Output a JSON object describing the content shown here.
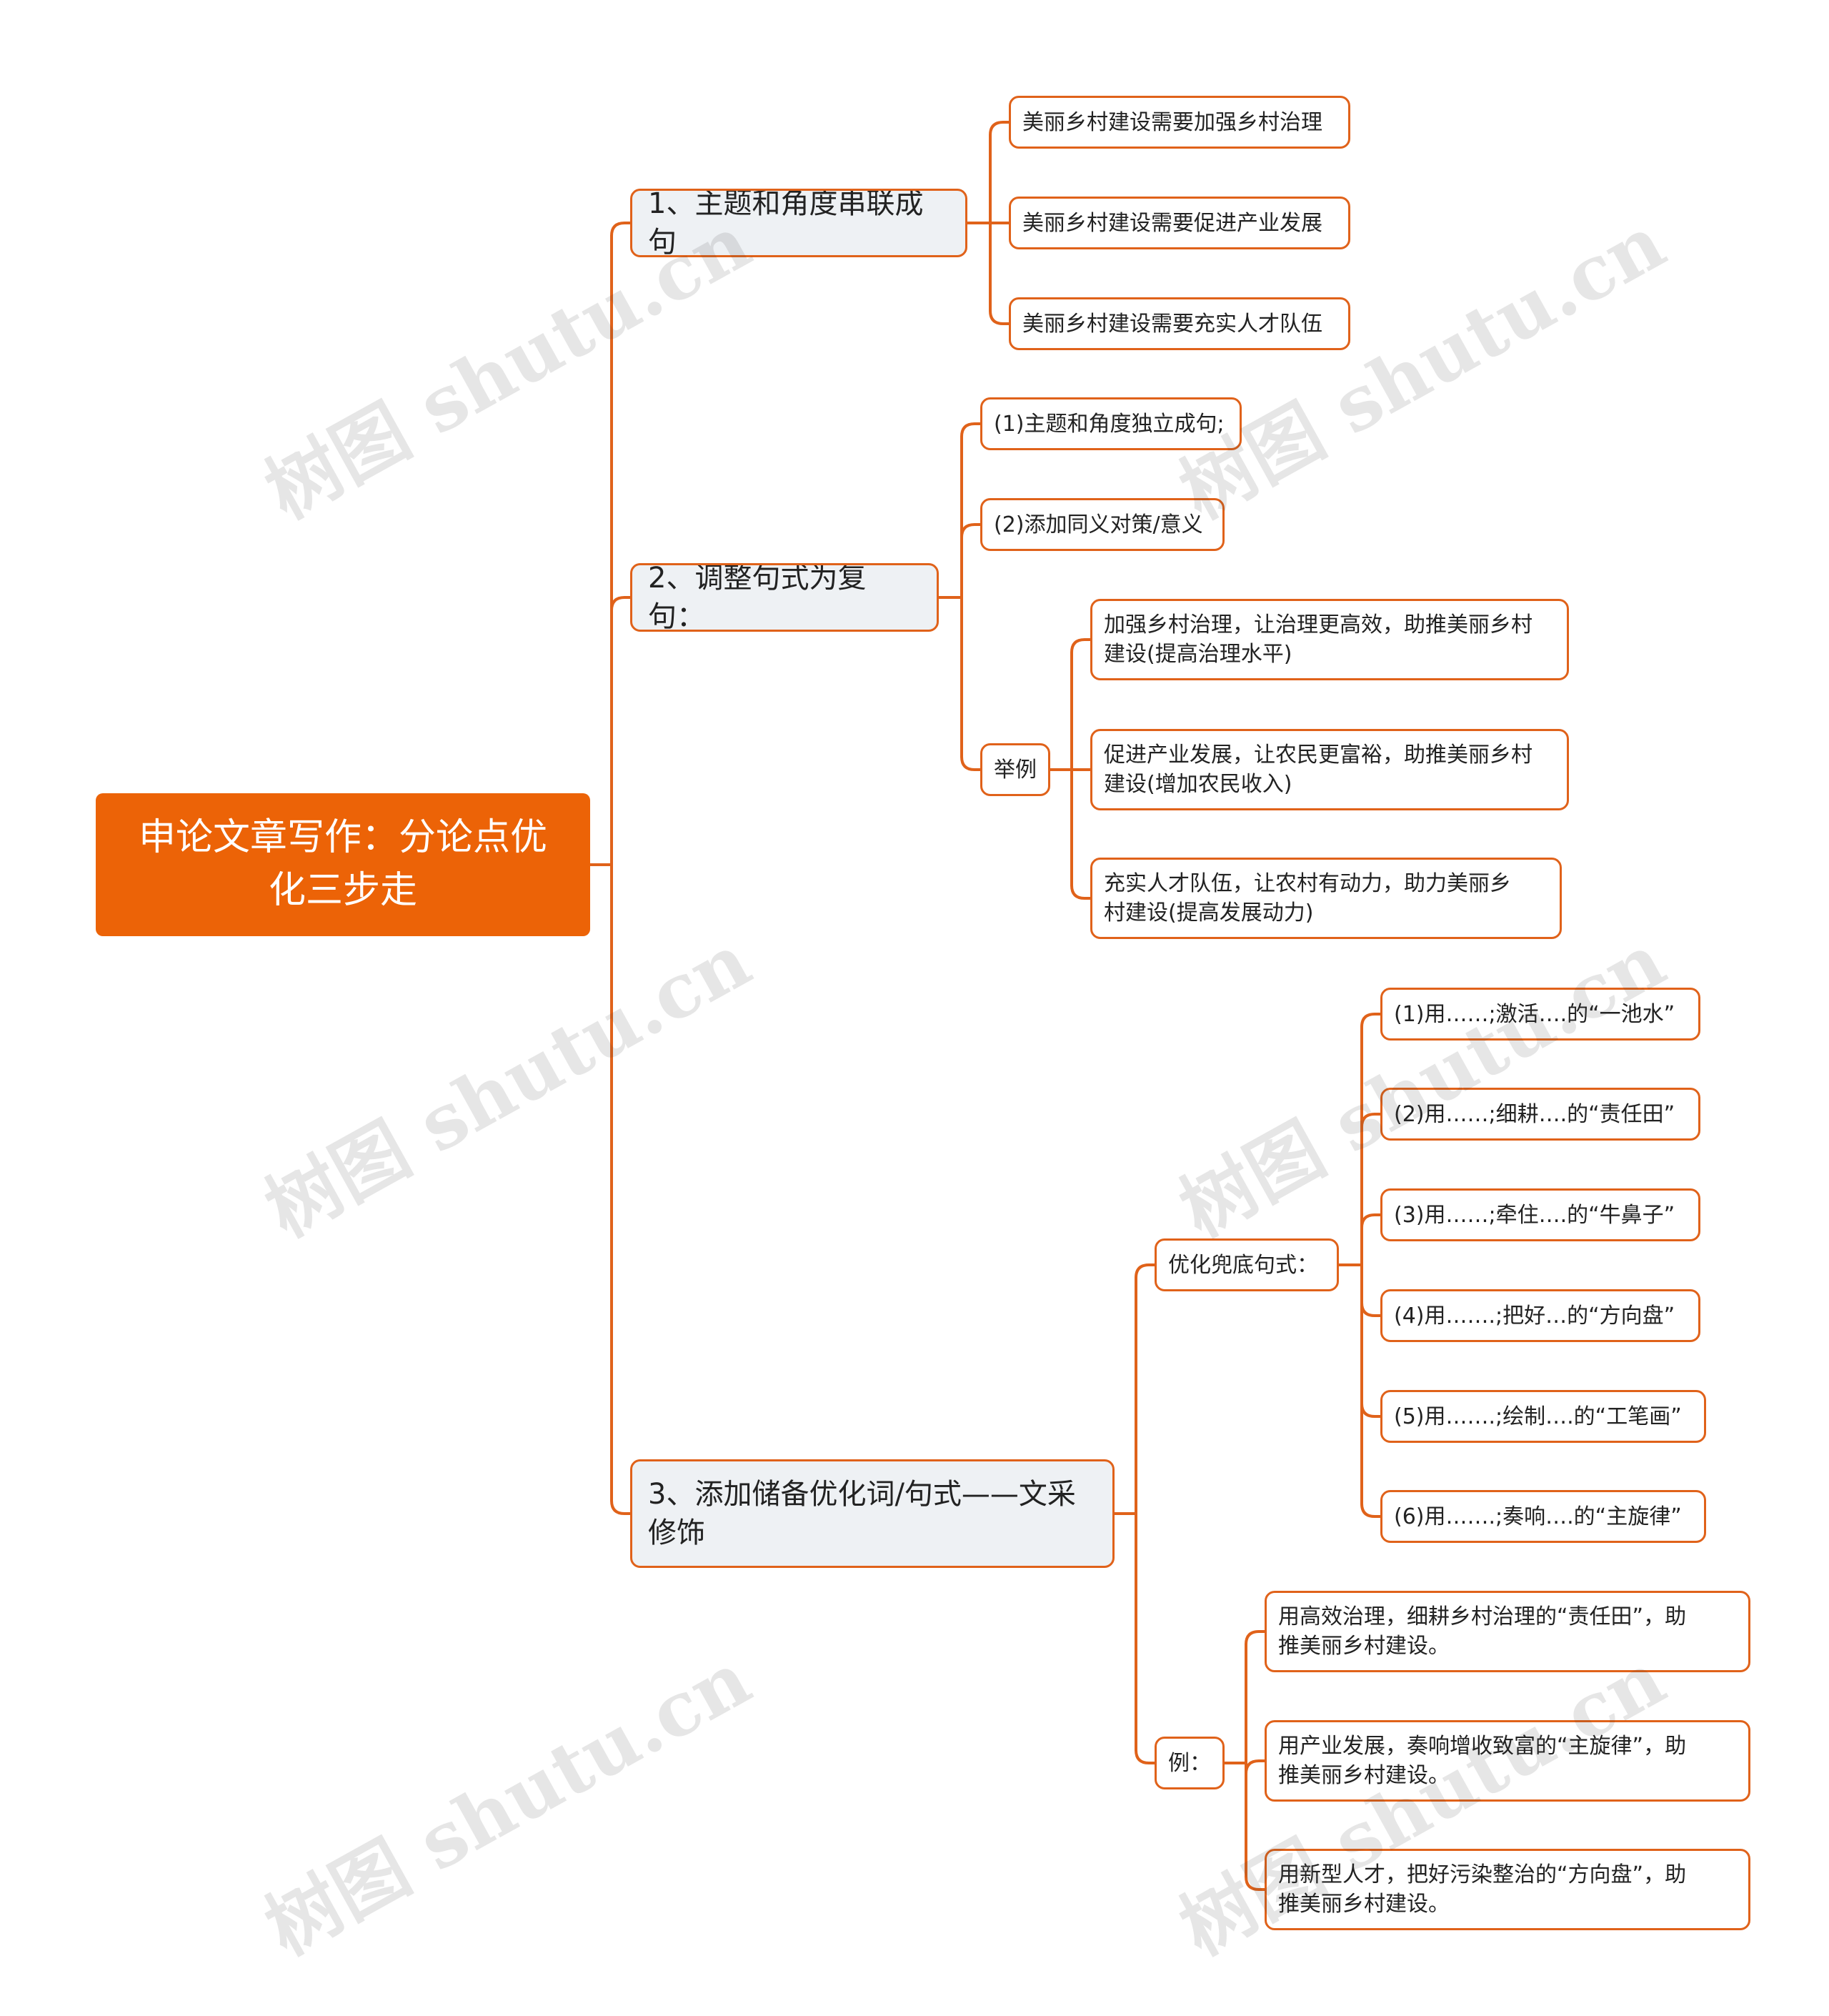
{
  "colors": {
    "accent": "#ec6307",
    "link": "#e0621a",
    "branch_bg": "#eef1f4"
  },
  "root": {
    "title": "申论文章写作：分论点优\n化三步走"
  },
  "branches": [
    {
      "label": "1、主题和角度串联成句",
      "children": [
        {
          "label": "美丽乡村建设需要加强乡村治理"
        },
        {
          "label": "美丽乡村建设需要促进产业发展"
        },
        {
          "label": "美丽乡村建设需要充实人才队伍"
        }
      ]
    },
    {
      "label": "2、调整句式为复句：",
      "children": [
        {
          "label": "(1)主题和角度独立成句;"
        },
        {
          "label": "(2)添加同义对策/意义"
        },
        {
          "label": "举例",
          "children": [
            {
              "label": "加强乡村治理，让治理更高效，助推美丽乡村\n建设(提高治理水平)"
            },
            {
              "label": "促进产业发展，让农民更富裕，助推美丽乡村\n建设(增加农民收入)"
            },
            {
              "label": "充实人才队伍，让农村有动力，助力美丽乡\n村建设(提高发展动力)"
            }
          ]
        }
      ]
    },
    {
      "label": "3、添加储备优化词/句式——文采\n修饰",
      "children": [
        {
          "label": "优化兜底句式：",
          "children": [
            {
              "label": "(1)用……;激活….的“一池水”"
            },
            {
              "label": "(2)用……;细耕….的“责任田”"
            },
            {
              "label": "(3)用……;牵住….的“牛鼻子”"
            },
            {
              "label": "(4)用…….;把好…的“方向盘”"
            },
            {
              "label": "(5)用…….;绘制….的“工笔画”"
            },
            {
              "label": "(6)用…….;奏响….的“主旋律”"
            }
          ]
        },
        {
          "label": "例：",
          "children": [
            {
              "label": "用高效治理，细耕乡村治理的“责任田”，助\n推美丽乡村建设。"
            },
            {
              "label": "用产业发展，奏响增收致富的“主旋律”，助\n推美丽乡村建设。"
            },
            {
              "label": "用新型人才，把好污染整治的“方向盘”，助\n推美丽乡村建设。"
            }
          ]
        }
      ]
    }
  ],
  "watermark": {
    "text": "树图 shutu.cn"
  }
}
